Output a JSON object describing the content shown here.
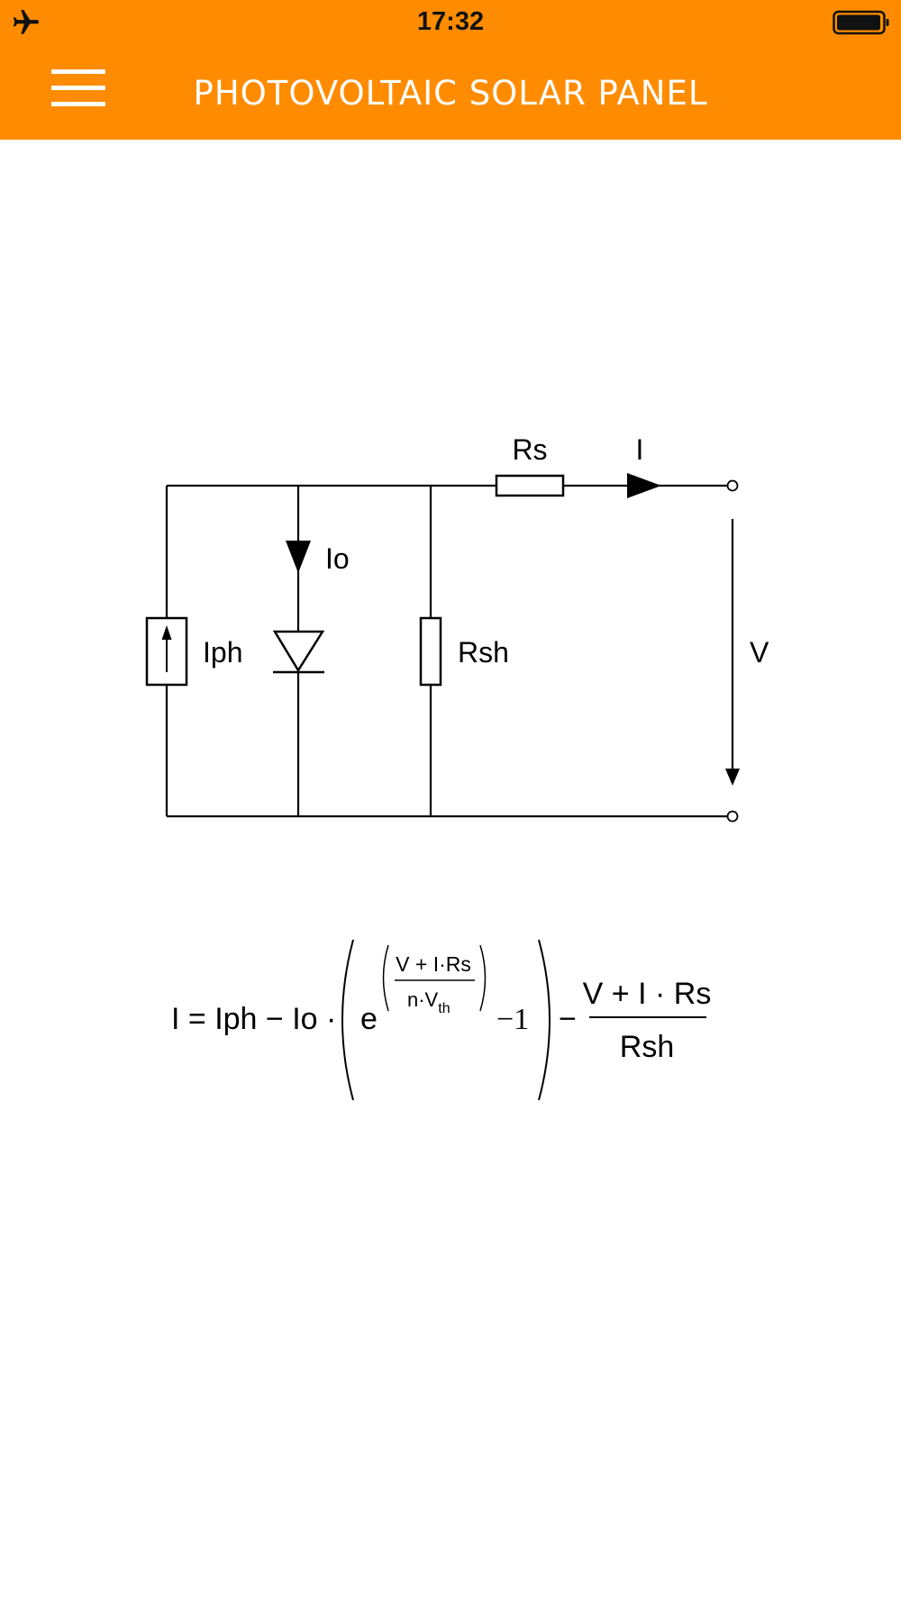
{
  "status_bar": {
    "time": "17:32"
  },
  "header": {
    "title": "PHOTOVOLTAIC SOLAR PANEL"
  },
  "colors": {
    "header_bg": "#FF8C00",
    "header_text": "#FFFFFF"
  },
  "icons": {
    "menu": "hamburger-menu-icon",
    "airplane": "airplane-mode-icon",
    "battery": "battery-icon"
  },
  "circuit": {
    "rs_label": "Rs",
    "i_label": "I",
    "io_label": "Io",
    "iph_label": "Iph",
    "rsh_label": "Rsh",
    "v_label": "V"
  },
  "formula": {
    "lhs": "I = Iph − Io ·",
    "e": "e",
    "exp_num": "V + I·Rs",
    "exp_den_n": "n·V",
    "exp_den_sub": "th",
    "minus_one": "−1",
    "minus": "−",
    "frac_num": "V + I · Rs",
    "frac_den": "Rsh"
  }
}
